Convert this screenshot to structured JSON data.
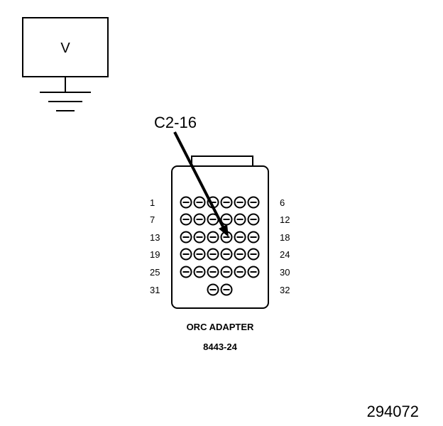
{
  "meter": {
    "label": "V"
  },
  "callout": {
    "label": "C2-16",
    "target_cavity": 16
  },
  "pin_labels": {
    "left": [
      "1",
      "7",
      "13",
      "19",
      "25",
      "31"
    ],
    "right": [
      "6",
      "12",
      "18",
      "24",
      "30",
      "32"
    ]
  },
  "adapter": {
    "name": "ORC ADAPTER",
    "part_number": "8443-24",
    "cavity_rows": [
      6,
      6,
      6,
      6,
      6,
      2
    ]
  },
  "figure_number": "294072"
}
